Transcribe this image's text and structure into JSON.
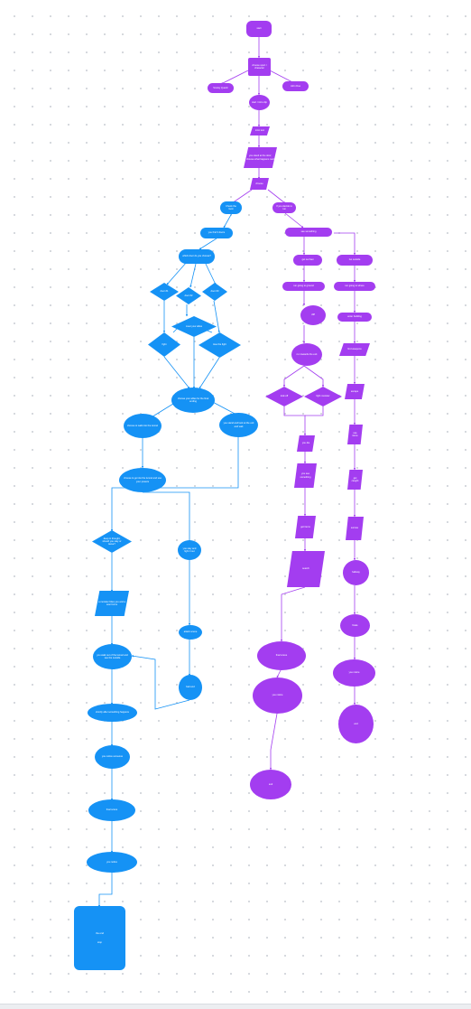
{
  "colors": {
    "purple": "#a33df0",
    "blue": "#1592f5",
    "line_purple": "#a33df0",
    "line_blue": "#1592f5"
  },
  "nodes": {
    "start": "start",
    "choose_sport": "choose sport / character",
    "smoky_quartz": "Smoky Quartz",
    "john_doe": "John Doe",
    "intro_clip": "start / intro clip",
    "intro_text": "intro text",
    "choice_box": "you stand at the door; choose what happens next",
    "choose": "choose",
    "check_room": "Check the room",
    "run": "If you decide to run",
    "find_doors": "you find 3 doors",
    "which_door": "which door do you choose?",
    "door1": "door #1",
    "door2": "door #2",
    "door3": "door #3",
    "meet_allies": "meet your allies",
    "fight": "fight",
    "lose_fight": "lose the fight",
    "choose_allies": "choose your allies for the final ending",
    "choose_left": "choose to walk into the tunnel",
    "choose_right": "you stand and look at the exit and wait",
    "tunnel_path": "choose to go into the tunnel and use your powers",
    "think_thoughts": "deep in thought, should you stay or leave?",
    "stay_fight": "you stay and fight it out",
    "monster_bites": "a monster bites you and a scar forms",
    "you_walk": "you walk out of the tunnel and see the outside",
    "attack_scene": "attack scene",
    "bad_end": "bad end",
    "shortly_after": "shortly after something happens",
    "notice": "you notice someone",
    "end_box": "the end",
    "stop": "stop",
    "see_something": "see something",
    "get_out": "get out fast",
    "going_ground": "run going to ground",
    "cliff": "cliff",
    "run_to": "run towards the exit",
    "look_off": "look off",
    "fight_monster": "fight monster",
    "you_die": "you die",
    "purple_col": "you see something",
    "final_purple": "final scene",
    "notice_purple": "you notice",
    "end_purple": "end",
    "right_top": "Go outside",
    "run_around": "run going to where",
    "enter_building": "enter building",
    "find_weapons": "find weapons",
    "get_items": "get items",
    "search": "search",
    "escape": "escape",
    "use_items": "use items",
    "get_caught": "get caught",
    "survive": "survive",
    "hallway": "hallway",
    "finale": "finale",
    "end_right": "end"
  }
}
